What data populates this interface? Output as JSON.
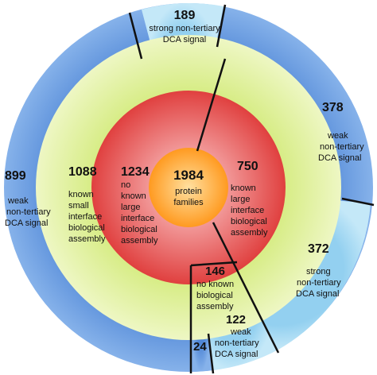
{
  "center": {
    "value": "1984",
    "label": [
      "protein",
      "families"
    ]
  },
  "inner_ring": {
    "left": {
      "value": "1234",
      "label": [
        "no",
        "known",
        "large",
        "interface",
        "biological",
        "assembly"
      ]
    },
    "bottom": {
      "value": "146",
      "label": [
        "no known",
        "biological",
        "assembly"
      ]
    }
  },
  "middle_ring": {
    "left": {
      "value": "1088",
      "label": [
        "known",
        "small",
        "interface",
        "biological",
        "assembly"
      ]
    },
    "right": {
      "value": "750",
      "label": [
        "known",
        "large",
        "interface",
        "biological",
        "assembly"
      ]
    }
  },
  "outer_ring": {
    "top": {
      "value": "189",
      "label": [
        "strong non-tertiary",
        "DCA signal"
      ]
    },
    "right_upper": {
      "value": "378",
      "label": [
        "weak",
        "non-tertiary",
        "DCA signal"
      ]
    },
    "right_lower": {
      "value": "372",
      "label": [
        "strong",
        "non-tertiary",
        "DCA signal"
      ]
    },
    "bottom_right": {
      "value": "122",
      "label": [
        "weak",
        "non-tertiary",
        "DCA signal"
      ]
    },
    "bottom_left": {
      "value": "24",
      "label": []
    },
    "left": {
      "value": "899",
      "label": [
        "weak",
        "non-tertiary",
        "DCA signal"
      ]
    }
  },
  "colors": {
    "outer_blue": "#6fa0e0",
    "outer_light": "#a7d8f2",
    "middle_green": "#d6ec8a",
    "inner_red": "#ef6e6e",
    "center_orange": "#ffb045",
    "divider": "#111111"
  }
}
